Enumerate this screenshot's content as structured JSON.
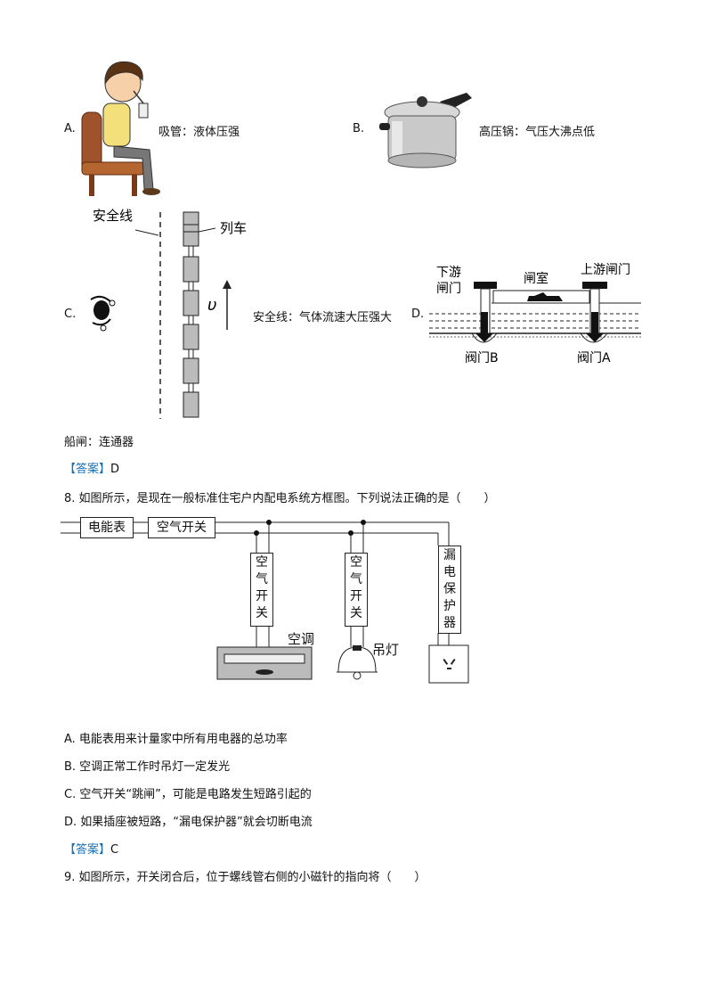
{
  "q7": {
    "options": {
      "A": {
        "letter": "A.",
        "text": "吸管：液体压强"
      },
      "B": {
        "letter": "B.",
        "text": "高压锅：气压大沸点低"
      },
      "C": {
        "letter": "C.",
        "text": "安全线：气体流速大压强大",
        "diagram": {
          "safety_line": "安全线",
          "train": "列车",
          "velocity": "υ"
        }
      },
      "D": {
        "letter": "D.",
        "text": "船闸：连通器",
        "diagram": {
          "downstream_gate": [
            "下游",
            "闸门"
          ],
          "chamber": "闸室",
          "upstream_gate": "上游闸门",
          "valve_b": "阀门B",
          "valve_a": "阀门A"
        }
      }
    },
    "answer_label": "【答案】",
    "answer": "D"
  },
  "q8": {
    "stem": "8. 如图所示，是现在一般标准住宅户内配电系统方框图。下列说法正确的是（　　）",
    "diagram": {
      "meter": "电能表",
      "main_switch": "空气开关",
      "branch_switch_1": [
        "空",
        "气",
        "开",
        "关"
      ],
      "branch_switch_2": [
        "空",
        "气",
        "开",
        "关"
      ],
      "protector": [
        "漏",
        "电",
        "保",
        "护",
        "器"
      ],
      "ac": "空调",
      "lamp": "吊灯"
    },
    "options": [
      "A. 电能表用来计量家中所有用电器的总功率",
      "B. 空调正常工作时吊灯一定发光",
      "C. 空气开关“跳闸”，可能是电路发生短路引起的",
      "D. 如果插座被短路，“漏电保护器”就会切断电流"
    ],
    "answer_label": "【答案】",
    "answer": "C"
  },
  "q9": {
    "stem": "9. 如图所示，开关闭合后，位于螺线管右侧的小磁针的指向将（　　）"
  }
}
